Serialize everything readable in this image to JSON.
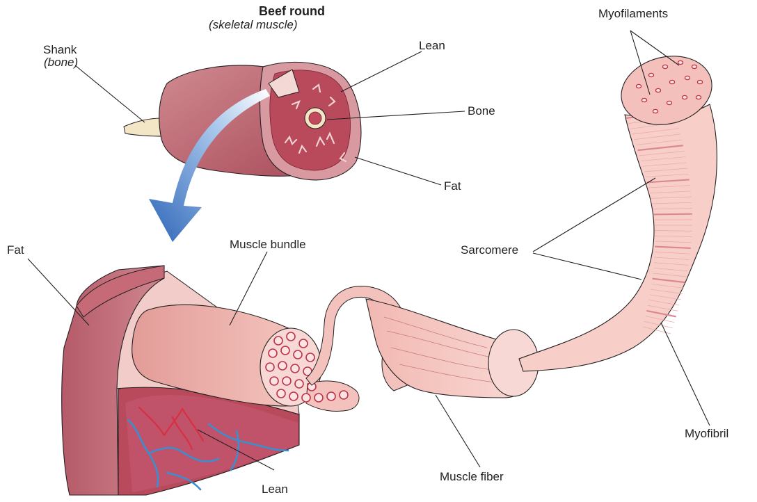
{
  "diagram": {
    "title": "Beef round",
    "subtitle": "(skeletal muscle)",
    "labels": {
      "shank": "Shank",
      "shank_note": "(bone)",
      "lean_top": "Lean",
      "bone": "Bone",
      "fat_top": "Fat",
      "myofilaments": "Myofilaments",
      "sarcomere": "Sarcomere",
      "myofibril": "Myofibril",
      "fat_left": "Fat",
      "muscle_bundle": "Muscle bundle",
      "lean_bottom": "Lean",
      "muscle_fiber": "Muscle fiber"
    }
  },
  "colors": {
    "meat_dark": "#a8404f",
    "meat_mid": "#c06070",
    "fat_tissue": "#e8b8b4",
    "bundle": "#f0b8b0",
    "fiber_light": "#f6ccc6",
    "cell_dots": "#c03048",
    "vessel_red": "#d83040",
    "vessel_blue": "#3a8fd0",
    "arrow_blue": "#3f7fc8",
    "bone": "#f3e6c6"
  }
}
